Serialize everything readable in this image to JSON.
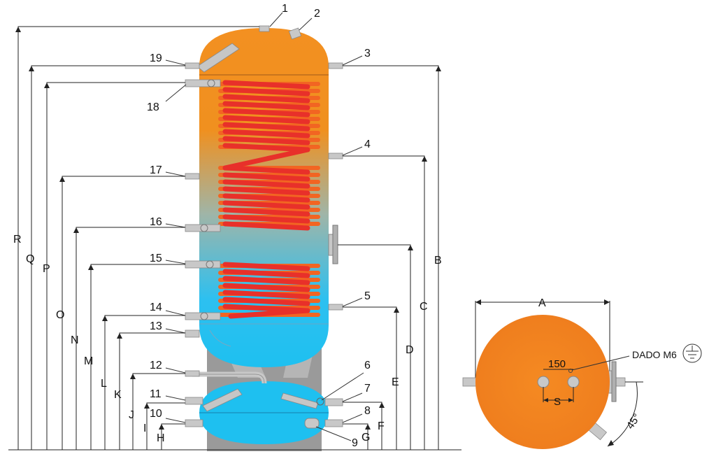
{
  "diagram": {
    "connection_numbers": [
      "1",
      "2",
      "3",
      "4",
      "5",
      "6",
      "7",
      "8",
      "9",
      "10",
      "11",
      "12",
      "13",
      "14",
      "15",
      "16",
      "17",
      "18",
      "19"
    ],
    "left_dimension_letters": [
      "R",
      "Q",
      "P",
      "O",
      "N",
      "M",
      "L",
      "K",
      "J",
      "I",
      "H"
    ],
    "right_dimension_letters": [
      "B",
      "C",
      "D",
      "E",
      "F",
      "G"
    ],
    "plan_view": {
      "width_letter": "A",
      "spacing_label": "150",
      "spacing_letter": "S",
      "nut_label": "DADO M6",
      "angle_label": "45°"
    },
    "colors": {
      "tank_hot": "#f39021",
      "tank_cold": "#1ec0f0",
      "coil": "#e8302a",
      "stand": "#9a9a9a"
    }
  }
}
